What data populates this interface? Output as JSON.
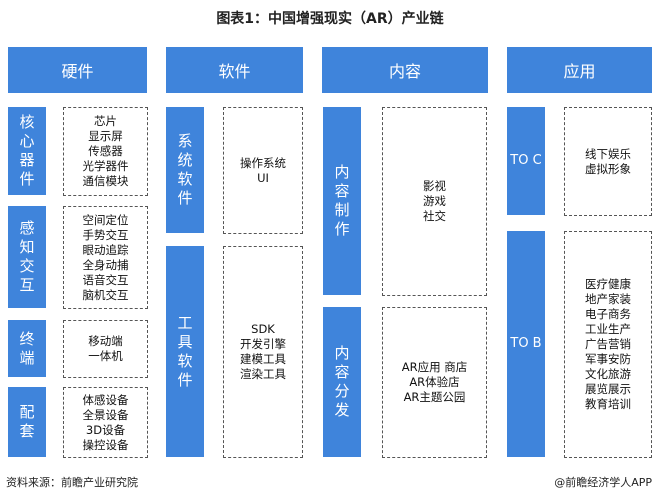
{
  "title": "图表1：中国增强现实（AR）产业链",
  "columns": [
    {
      "header": "硬件",
      "groups": [
        {
          "label": "核心器件",
          "items": [
            "芯片",
            "显示屏",
            "传感器",
            "光学器件",
            "通信模块"
          ]
        },
        {
          "label": "感知交互",
          "items": [
            "空间定位",
            "手势交互",
            "眼动追踪",
            "全身动捕",
            "语音交互",
            "脑机交互"
          ]
        },
        {
          "label": "终端",
          "items": [
            "移动端",
            "一体机"
          ]
        },
        {
          "label": "配套",
          "items": [
            "体感设备",
            "全景设备",
            "3D设备",
            "操控设备"
          ]
        }
      ]
    },
    {
      "header": "软件",
      "groups": [
        {
          "label": "系统软件",
          "items": [
            "操作系统",
            "UI"
          ]
        },
        {
          "label": "工具软件",
          "items": [
            "SDK",
            "开发引擎",
            "建模工具",
            "渲染工具"
          ]
        }
      ]
    },
    {
      "header": "内容",
      "groups": [
        {
          "label": "内容制作",
          "items": [
            "影视",
            "游戏",
            "社交"
          ]
        },
        {
          "label": "内容分发",
          "items": [
            "AR应用 商店",
            "AR体验店",
            "AR主题公园"
          ]
        }
      ]
    },
    {
      "header": "应用",
      "groups": [
        {
          "label": "TO C",
          "items": [
            "线下娱乐",
            "虚拟形象"
          ]
        },
        {
          "label": "TO B",
          "items": [
            "医疗健康",
            "地产家装",
            "电子商务",
            "工业生产",
            "广告营销",
            "军事安防",
            "文化旅游",
            "展览展示",
            "教育培训"
          ]
        }
      ]
    }
  ],
  "footer": {
    "source": "资料来源：前瞻产业研究院",
    "brand": "@前瞻经济学人APP"
  },
  "colors": {
    "accent": "#3f84db"
  }
}
